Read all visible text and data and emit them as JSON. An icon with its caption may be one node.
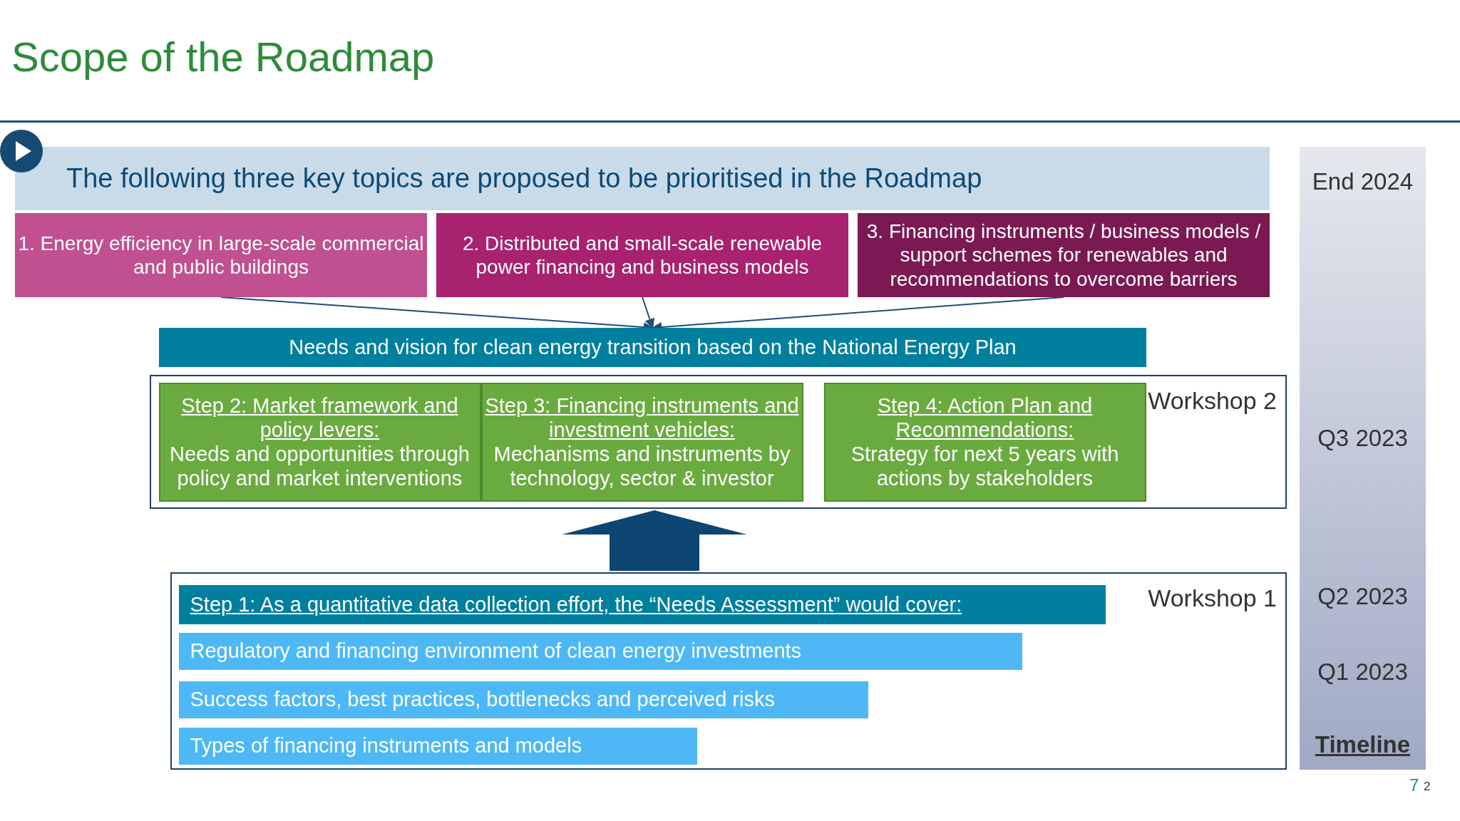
{
  "diagram": {
    "title": "Scope of the Roadmap",
    "nodes": [
      {
        "text": [
          "The following three key topics are proposed to be prioritised in the Roadmap"
        ]
      },
      {
        "text": [
          "1. Energy efficiency in large-scale commercial and public buildings"
        ]
      },
      {
        "text": [
          "2. Distributed and small-scale renewable power financing and business models"
        ]
      },
      {
        "text": [
          "3. Financing instruments / business models / support schemes for renewables and recommendations to overcome barriers"
        ]
      },
      {
        "text": [
          "Needs and vision for clean energy transition based on the National Energy Plan"
        ]
      },
      {
        "text": [
          "Workshop 2"
        ]
      },
      {
        "text": [
          "Step 2: Market framework and policy levers:",
          "Needs and opportunities through policy and market interventions"
        ],
        "in": 5
      },
      {
        "text": [
          "Step 3: Financing instruments and investment vehicles:",
          "Mechanisms and instruments by technology, sector & investor"
        ],
        "in": 5
      },
      {
        "text": [
          "Step 4: Action Plan and Recommendations:",
          "Strategy for next 5 years with actions by stakeholders"
        ],
        "in": 5
      },
      {
        "text": [
          "Workshop 1"
        ]
      },
      {
        "text": [
          "Step 1: As a quantitative data collection effort, the “Needs Assessment” would cover:"
        ],
        "in": 9
      },
      {
        "text": [
          "Regulatory and financing environment of clean energy investments"
        ],
        "in": 9
      },
      {
        "text": [
          "Success factors, best practices, bottlenecks and perceived risks"
        ],
        "in": 9
      },
      {
        "text": [
          "Types of financing instruments and models"
        ],
        "in": 9
      },
      {
        "text": [
          "End 2024",
          "Q3 2023",
          "Q2 2023",
          "Q1 2023",
          "Timeline"
        ]
      }
    ],
    "edges": [
      {
        "from": 1,
        "to": 4,
        "arrow": "to"
      },
      {
        "from": 2,
        "to": 4,
        "arrow": "to"
      },
      {
        "from": 3,
        "to": 4,
        "arrow": "to"
      },
      {
        "from": 9,
        "to": 5,
        "arrow": "to",
        "style": "thick"
      }
    ],
    "labels": [
      "7",
      "2"
    ]
  }
}
